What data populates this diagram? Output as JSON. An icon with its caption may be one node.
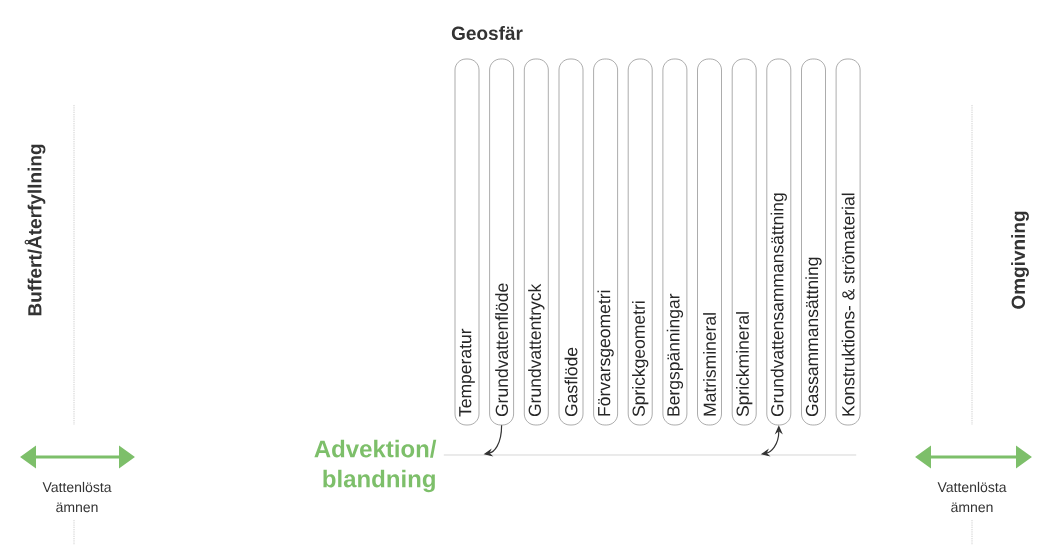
{
  "diagram": {
    "title": "Geosfär",
    "nodes": [
      {
        "text": [
          "Temperatur"
        ]
      },
      {
        "text": [
          "Grundvattenflöde"
        ]
      },
      {
        "text": [
          "Grundvattentryck"
        ]
      },
      {
        "text": [
          "Gasflöde"
        ]
      },
      {
        "text": [
          "Förvarsgeometri"
        ]
      },
      {
        "text": [
          "Sprickgeometri"
        ]
      },
      {
        "text": [
          "Bergspänningar"
        ]
      },
      {
        "text": [
          "Matrismineral"
        ]
      },
      {
        "text": [
          "Sprickmineral"
        ]
      },
      {
        "text": [
          "Grundvattensammansättning"
        ]
      },
      {
        "text": [
          "Gassammansättning"
        ]
      },
      {
        "text": [
          "Konstruktions- & strömaterial"
        ]
      },
      {
        "text": [],
        "shape": "line"
      }
    ],
    "edges": [
      {
        "from": 1,
        "to": 12,
        "arrow": "to"
      },
      {
        "from": 9,
        "to": 12,
        "arrow": "both"
      }
    ],
    "labels": [
      "Buffert/Återfyllning",
      "Advektion/ blandning",
      "Omgivning",
      "Vattenlösta ämnen",
      "Vattenlösta ämnen"
    ]
  }
}
